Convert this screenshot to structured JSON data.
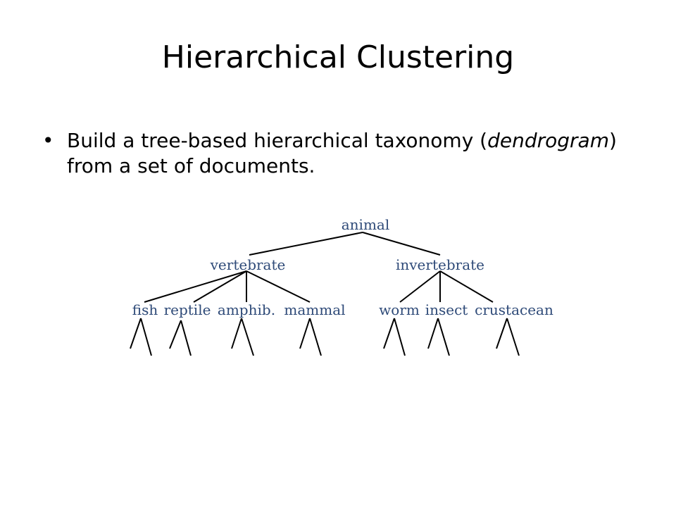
{
  "slide": {
    "title": "Hierarchical Clustering",
    "bullet_symbol": "•",
    "bullet_before": "Build a tree-based hierarchical taxonomy (",
    "bullet_emphasis": "dendrogram",
    "bullet_after": ") from a set of documents."
  },
  "tree": {
    "root": "animal",
    "vertebrate": "vertebrate",
    "invertebrate": "invertebrate",
    "fish": "fish",
    "reptile": "reptile",
    "amphib": "amphib.",
    "mammal": "mammal",
    "worm": "worm",
    "insect": "insect",
    "crustacean": "crustacean"
  },
  "colors": {
    "node_label": "#2e4a78",
    "edges": "#000000"
  }
}
